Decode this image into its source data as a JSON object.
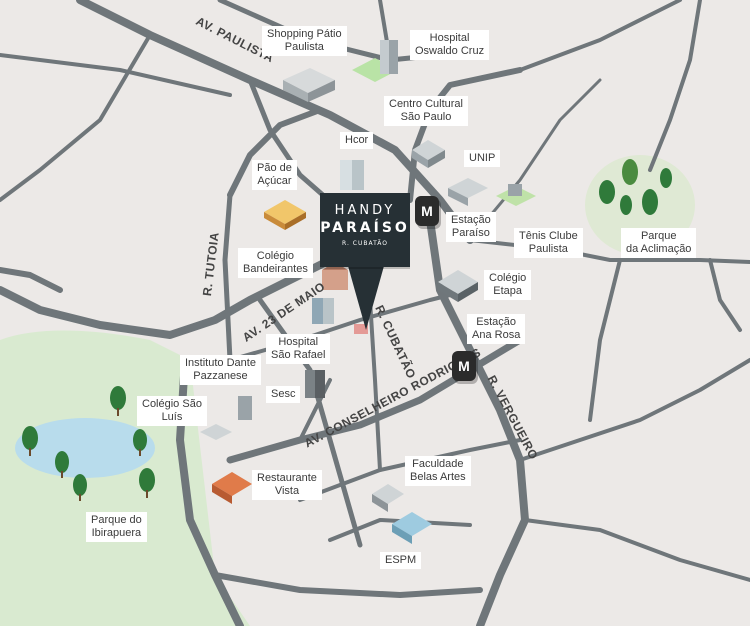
{
  "streets": {
    "paulista": "AV. PAULISTA",
    "tutoia": "R. TUTOIA",
    "vinte_tres_maio": "AV. 23 DE MAIO",
    "cubatao": "R. CUBATÃO",
    "conselheiro": "AV. CONSELHEIRO RODRIGUES",
    "vergueiro": "R. VERGUEIRO"
  },
  "brand": {
    "line1": "HANDY",
    "line2": "PARAÍSO",
    "line3": "R. CUBATÃO"
  },
  "metro_symbol": "M",
  "places": {
    "shopping": [
      "Shopping Pátio",
      "Paulista"
    ],
    "hospital_oc": [
      "Hospital",
      "Oswaldo Cruz"
    ],
    "centro_cultural": [
      "Centro Cultural",
      "São Paulo"
    ],
    "hcor": [
      "Hcor"
    ],
    "pao": [
      "Pão de",
      "Açúcar"
    ],
    "unip": [
      "UNIP"
    ],
    "estacao_paraiso": [
      "Estação",
      "Paraíso"
    ],
    "tenis": [
      "Tênis Clube",
      "Paulista"
    ],
    "aclimacao": [
      "Parque",
      "da Aclimação"
    ],
    "bandeirantes": [
      "Colégio",
      "Bandeirantes"
    ],
    "etapa": [
      "Colégio",
      "Etapa"
    ],
    "ana_rosa": [
      "Estação",
      "Ana Rosa"
    ],
    "sao_rafael": [
      "Hospital",
      "São Rafael"
    ],
    "dante": [
      "Instituto Dante",
      "Pazzanese"
    ],
    "sesc": [
      "Sesc"
    ],
    "sao_luis": [
      "Colégio São",
      "Luís"
    ],
    "belas_artes": [
      "Faculdade",
      "Belas Artes"
    ],
    "vista": [
      "Restaurante",
      "Vista"
    ],
    "ibirapuera": [
      "Parque do",
      "Ibirapuera"
    ],
    "espm": [
      "ESPM"
    ]
  },
  "colors": {
    "background": "#ece9e7",
    "road": "#6f767a",
    "park": "#d9ead0",
    "lake": "#b8dcec",
    "brand": "#263035",
    "target_lot": "#e49a96",
    "tree": "#2f7a3a"
  }
}
